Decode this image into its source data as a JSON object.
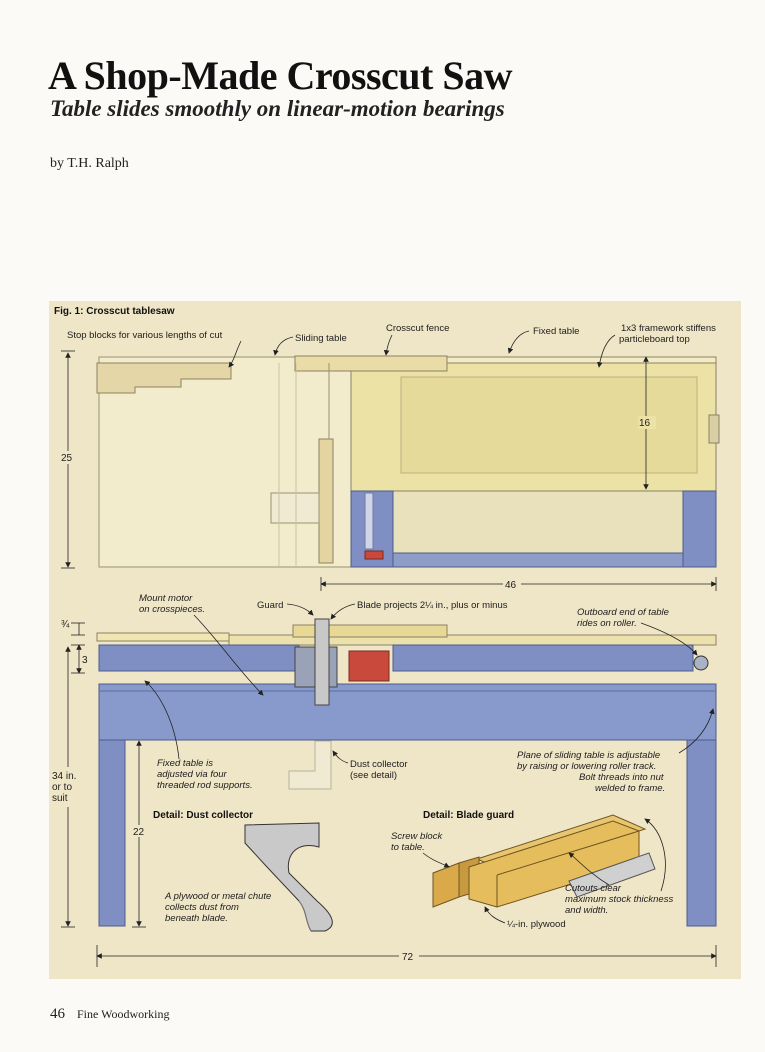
{
  "article": {
    "title": "A Shop-Made Crosscut Saw",
    "subtitle": "Table slides smoothly on linear-motion bearings",
    "byline": "by T.H. Ralph"
  },
  "figure": {
    "caption": "Fig. 1: Crosscut tablesaw",
    "top_view": {
      "stop_blocks": "Stop blocks for various lengths of cut",
      "sliding_table": "Sliding table",
      "crosscut_fence": "Crosscut fence",
      "fixed_table": "Fixed table",
      "framework_1": "1x3 framework stiffens",
      "framework_2": "particleboard top",
      "dim_16": "16",
      "dim_25": "25",
      "dim_46": "46"
    },
    "side_view": {
      "mount_motor_1": "Mount motor",
      "mount_motor_2": "on crosspieces.",
      "guard": "Guard",
      "blade_projects": "Blade projects 2¼ in., plus or minus",
      "outboard_1": "Outboard end of table",
      "outboard_2": "rides on roller.",
      "dim_three_quarter": "¾",
      "dim_3": "3",
      "fixed_table_adj_1": "Fixed table is",
      "fixed_table_adj_2": "adjusted via four",
      "fixed_table_adj_3": "threaded rod supports.",
      "dust_collector_1": "Dust collector",
      "dust_collector_2": "(see detail)",
      "plane_1": "Plane of sliding table is adjustable",
      "plane_2": "by raising or lowering roller track.",
      "plane_3": "Bolt threads into nut",
      "plane_4": "welded to frame.",
      "dim_34_1": "34 in.",
      "dim_34_2": "or to",
      "dim_34_3": "suit",
      "dim_22": "22",
      "dim_72": "72"
    },
    "detail_dust": {
      "heading": "Detail: Dust collector",
      "note_1": "A plywood or metal chute",
      "note_2": "collects dust from",
      "note_3": "beneath blade."
    },
    "detail_guard": {
      "heading": "Detail: Blade guard",
      "screw_1": "Screw block",
      "screw_2": "to table.",
      "cutouts_1": "Cutouts clear",
      "cutouts_2": "maximum stock thickness",
      "cutouts_3": "and width.",
      "plywood": "¼-in. plywood"
    }
  },
  "footer": {
    "page_number": "46",
    "magazine": "Fine Woodworking"
  }
}
